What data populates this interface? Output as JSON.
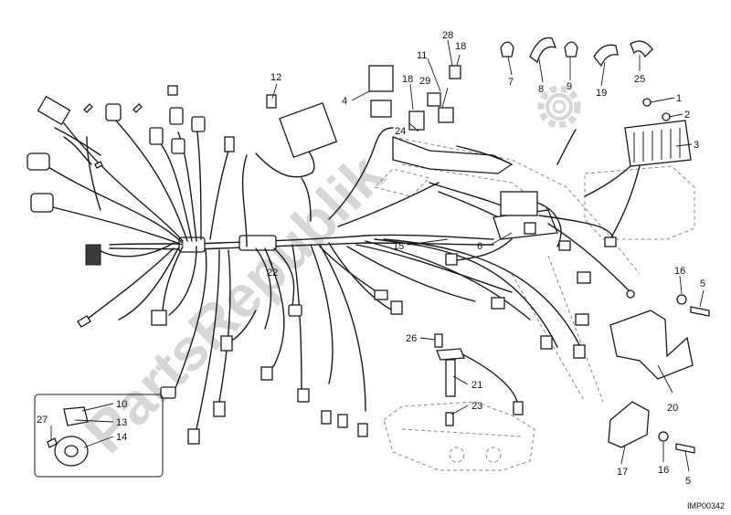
{
  "watermark": {
    "text": "PartsRepublik",
    "color": "#d6d6d6"
  },
  "drawing_code": "IMP00342",
  "callouts": [
    "1",
    "2",
    "3",
    "4",
    "5",
    "5",
    "6",
    "7",
    "8",
    "9",
    "10",
    "11",
    "12",
    "13",
    "14",
    "15",
    "16",
    "16",
    "17",
    "18",
    "18",
    "19",
    "20",
    "21",
    "22",
    "23",
    "24",
    "25",
    "26",
    "27",
    "28",
    "29"
  ],
  "icons": {
    "gear": "gear-icon"
  }
}
